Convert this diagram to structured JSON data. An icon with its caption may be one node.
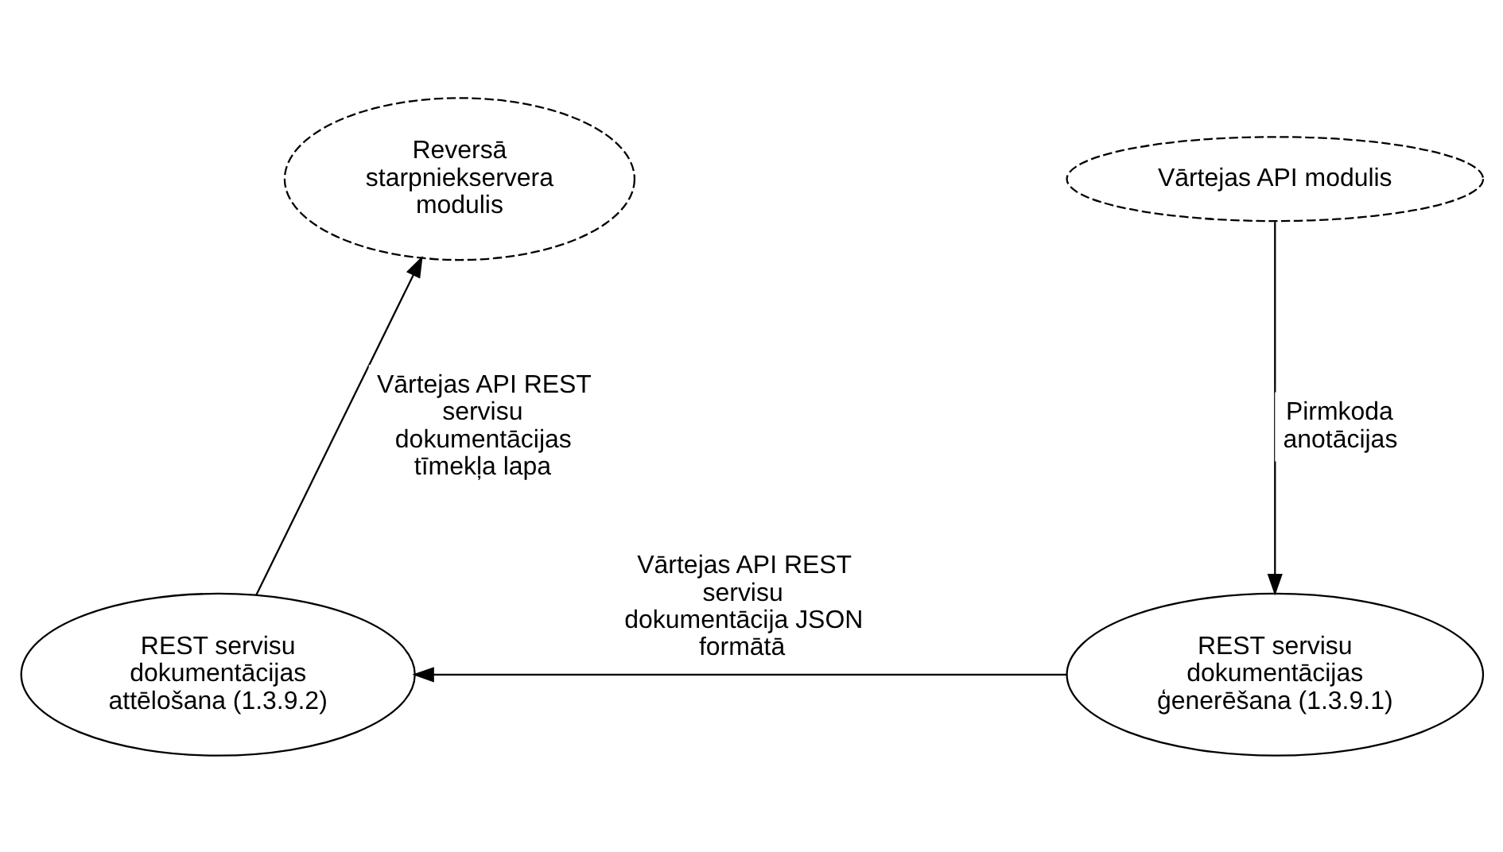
{
  "diagram": {
    "nodes": [
      {
        "text": [
          "Reversā starpniekservera modulis"
        ]
      },
      {
        "text": [
          "Vārtejas API modulis"
        ]
      },
      {
        "text": [
          "REST servisu dokumentācijas attēlošana (1.3.9.2)"
        ]
      },
      {
        "text": [
          "REST servisu dokumentācijas ģenerēšana (1.3.9.1)"
        ]
      }
    ],
    "edges": [
      {
        "from": 1,
        "to": 3,
        "arrow": "to",
        "label": "Pirmkoda anotācijas"
      },
      {
        "from": 3,
        "to": 2,
        "arrow": "to",
        "label": "Vārtejas API REST servisu dokumentācija JSON formātā"
      },
      {
        "from": 2,
        "to": 0,
        "arrow": "to",
        "label": "Vārtejas API REST servisu dokumentācijas tīmekļa lapa"
      }
    ]
  }
}
